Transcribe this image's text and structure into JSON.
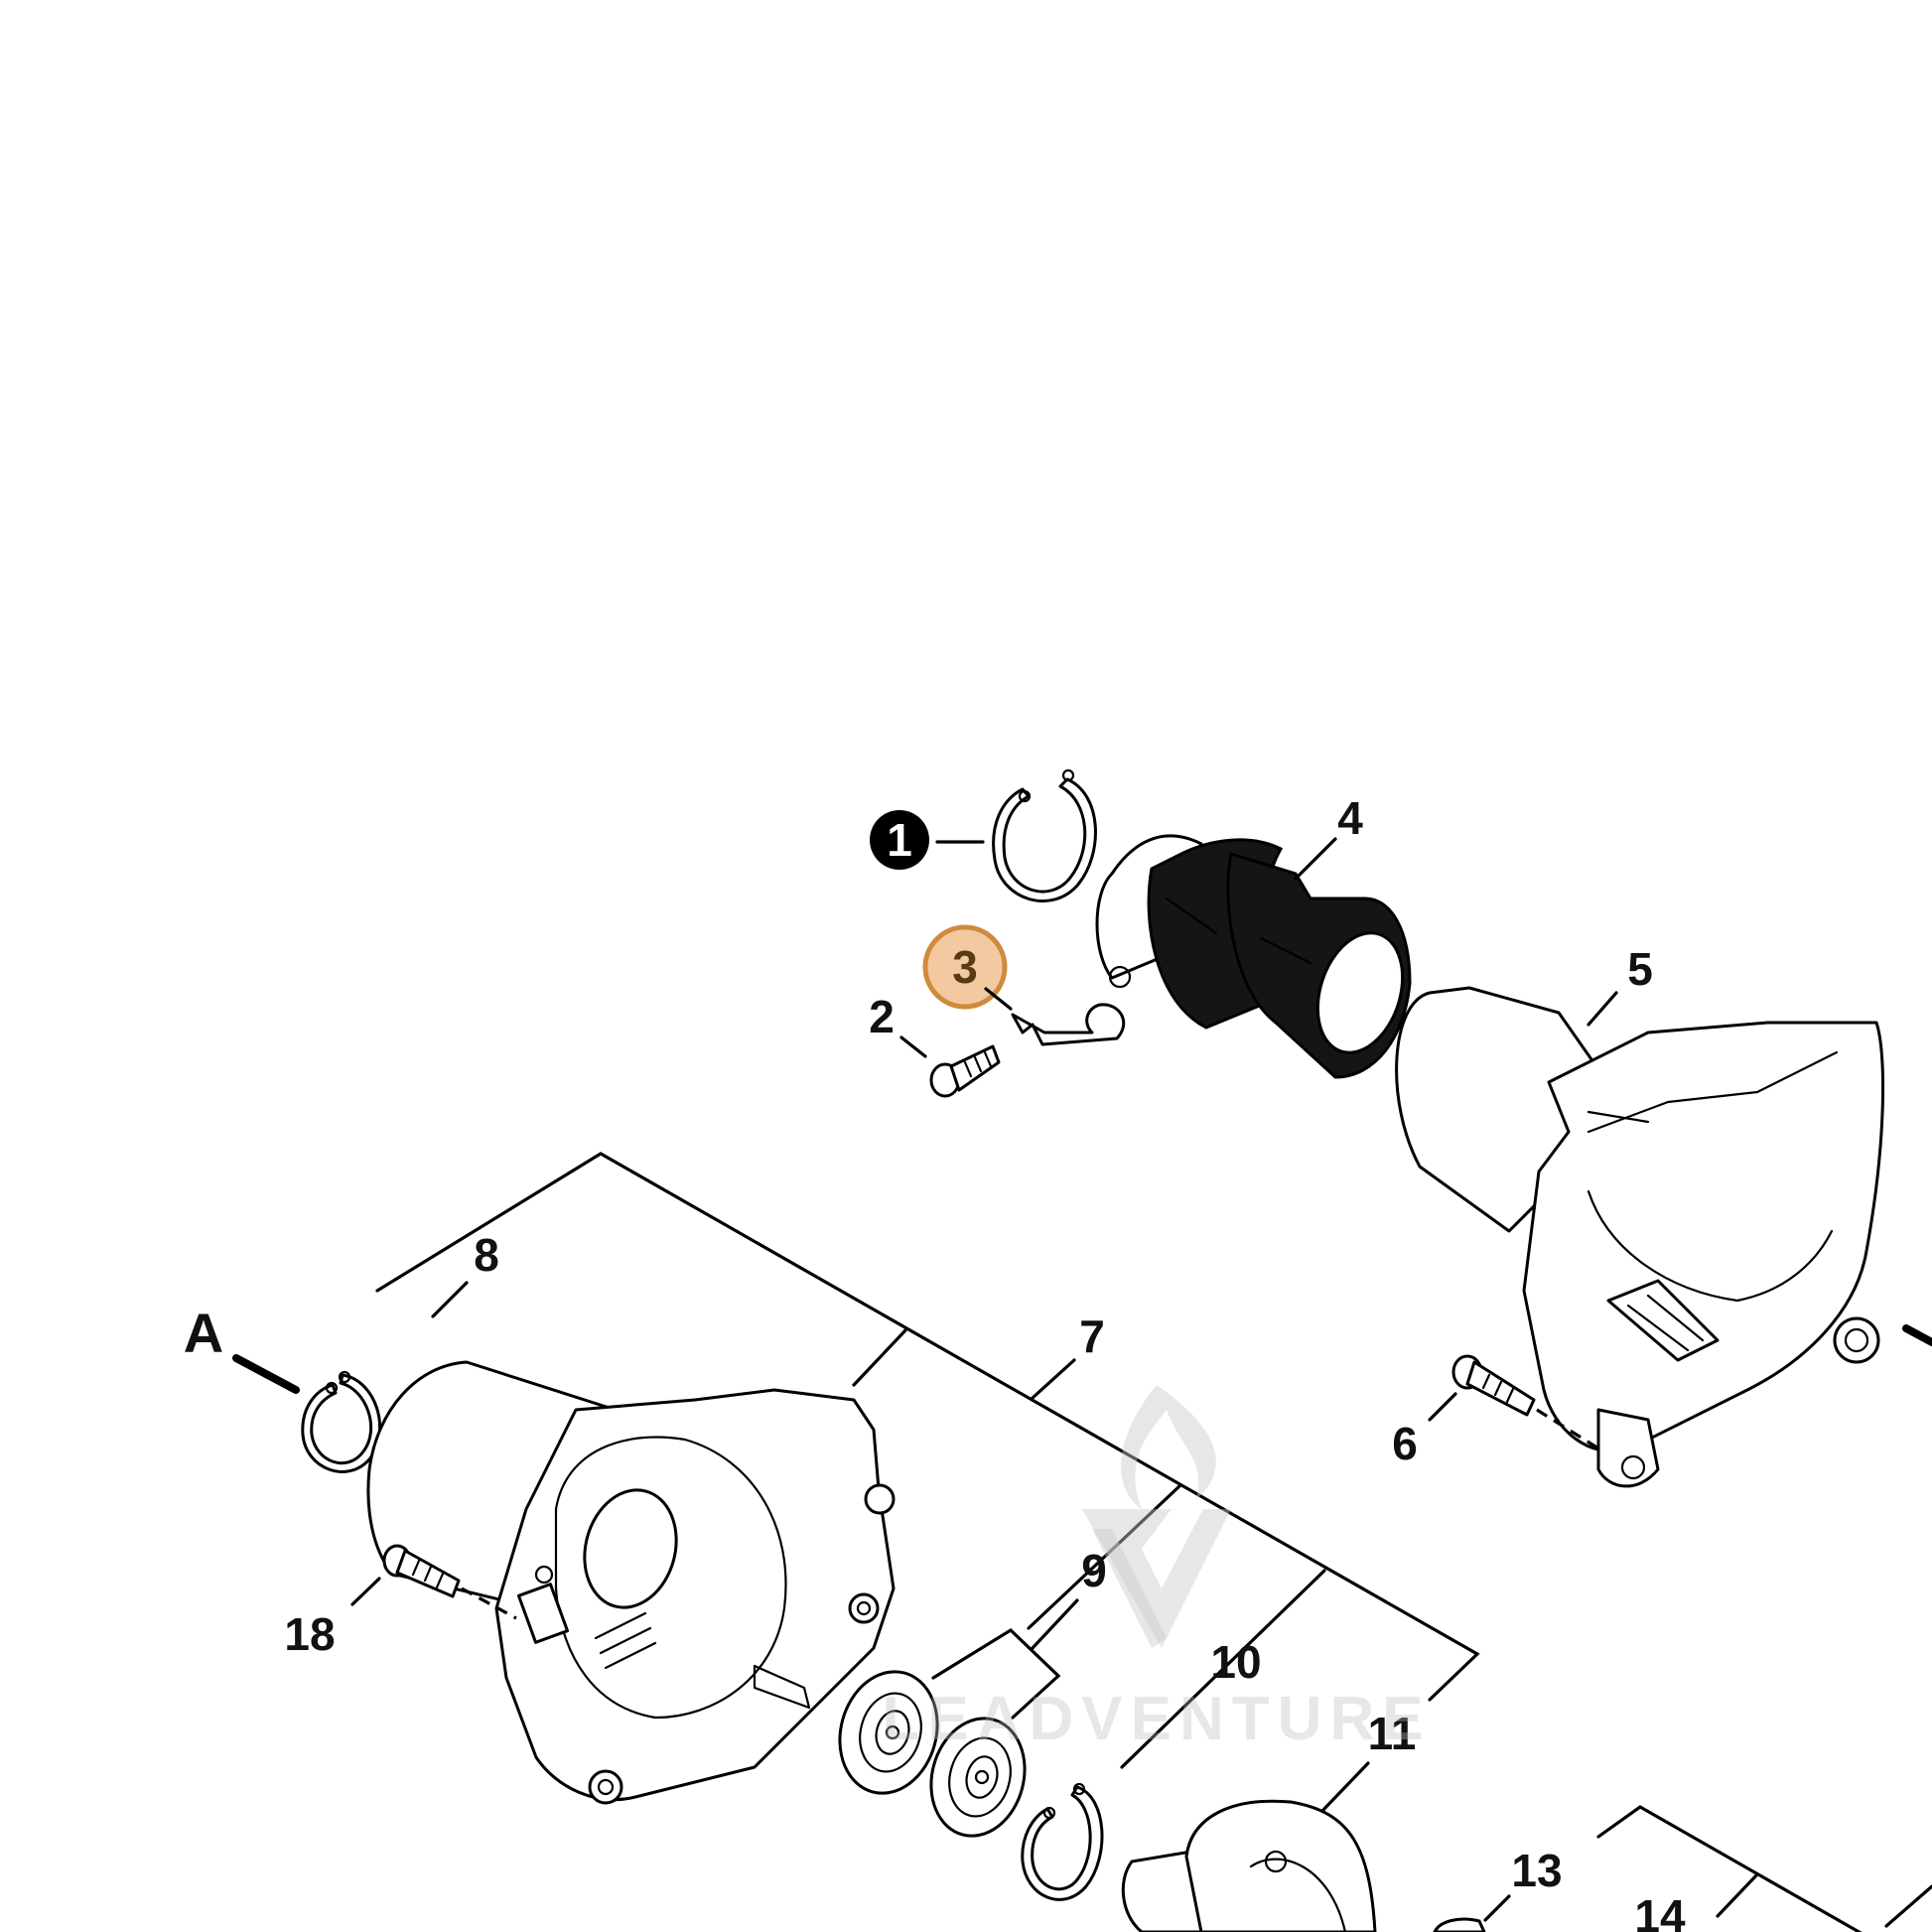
{
  "diagram": {
    "callouts": {
      "c1": "1",
      "c2": "2",
      "c3": "3",
      "c4": "4",
      "c5": "5",
      "c6": "6",
      "c7": "7",
      "c8": "8",
      "c9": "9",
      "c10": "10",
      "c11": "11",
      "c13": "13",
      "c14": "14",
      "c18": "18",
      "cA": "A"
    },
    "highlight_color": "#f2c9a0",
    "highlight_stroke": "#d08a3c",
    "watermark_text": "LEADVENTURE"
  }
}
